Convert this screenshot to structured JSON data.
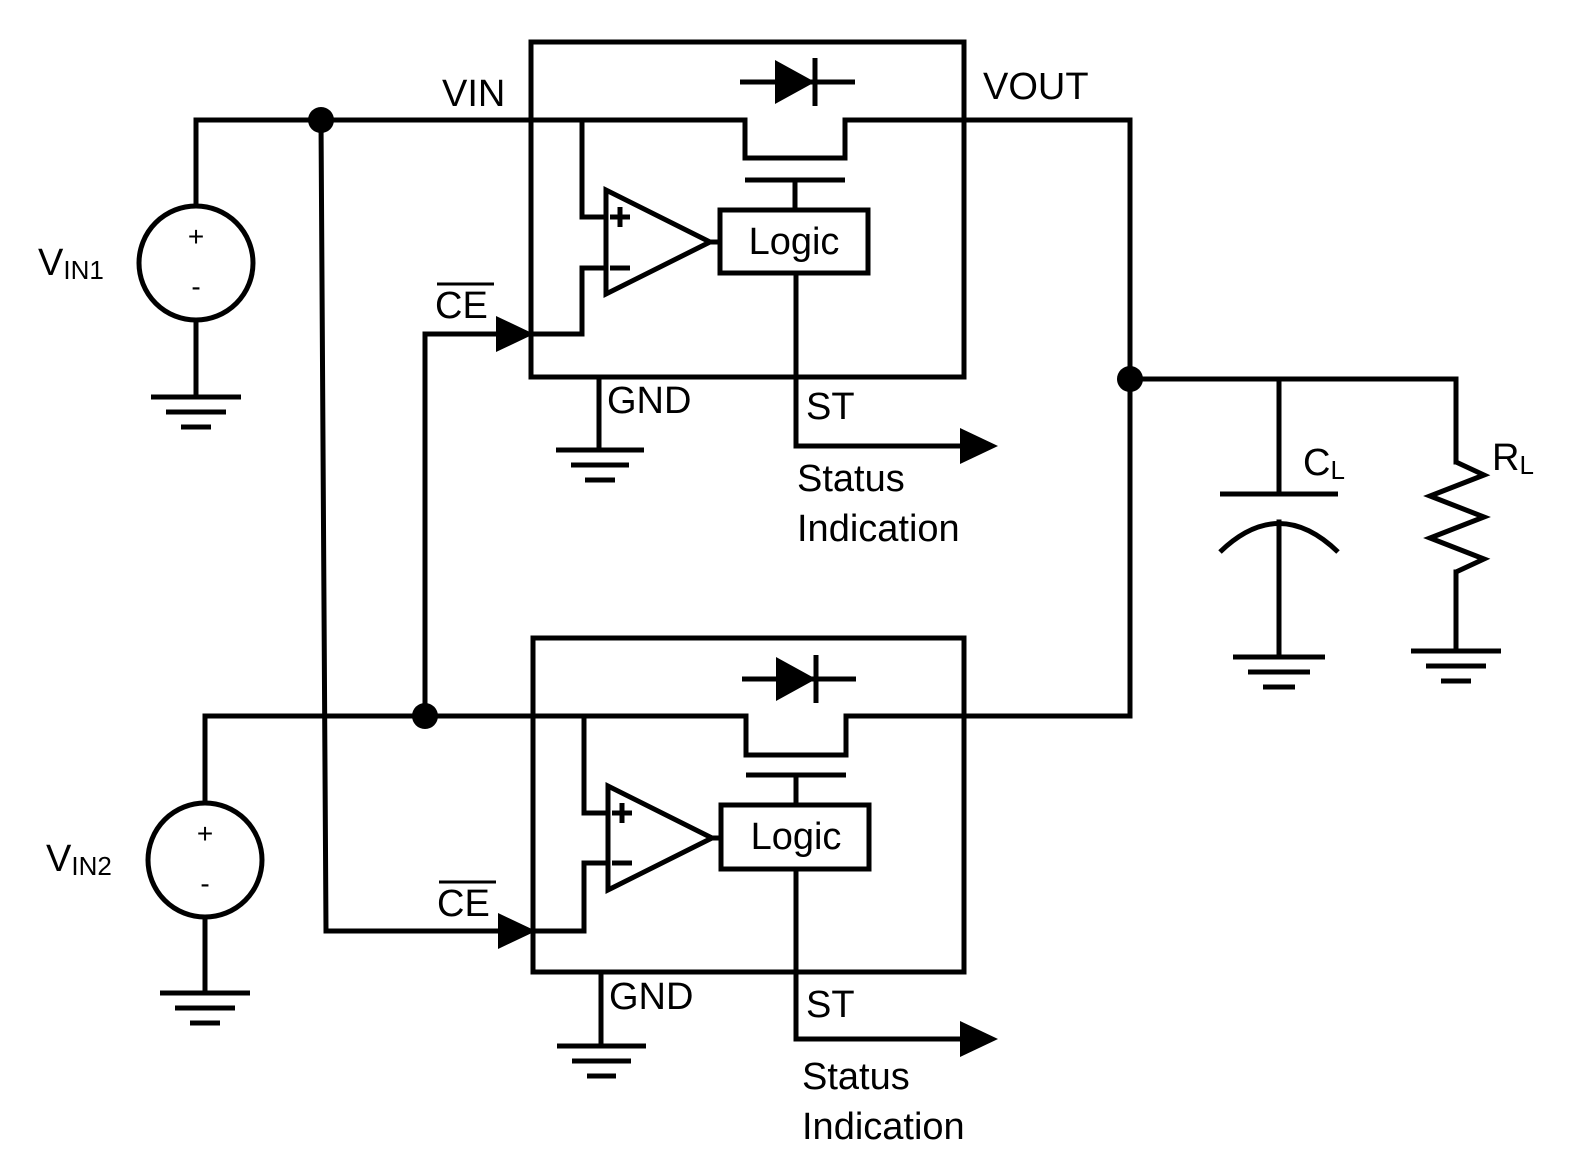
{
  "labels": {
    "vin": "VIN",
    "vout": "VOUT",
    "ce_top": "CE",
    "ce_bottom": "CE",
    "gnd_top": "GND",
    "gnd_bottom": "GND",
    "st_top": "ST",
    "st_bottom": "ST",
    "logic_top": "Logic",
    "logic_bottom": "Logic",
    "status_top_line1": "Status",
    "status_top_line2": "Indication",
    "status_bottom_line1": "Status",
    "status_bottom_line2": "Indication",
    "vin1_main": "V",
    "vin1_sub": "IN1",
    "vin2_main": "V",
    "vin2_sub": "IN2",
    "cl_main": "C",
    "cl_sub": "L",
    "rl_main": "R",
    "rl_sub": "L",
    "plus": "+",
    "minus": "-"
  }
}
